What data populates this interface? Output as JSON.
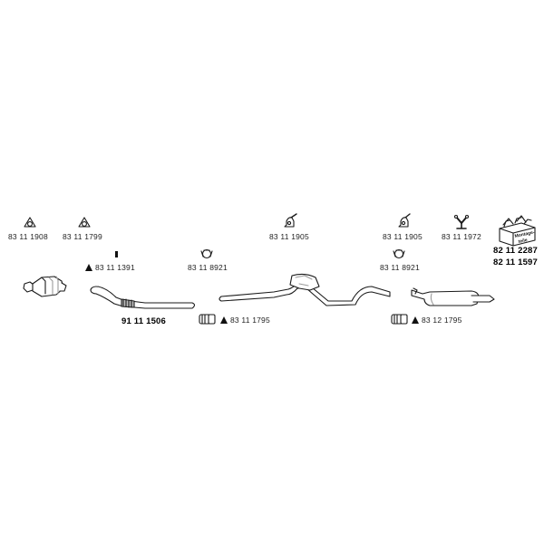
{
  "parts": {
    "gasket_1": "83 11 1908",
    "gasket_2": "83 11 1799",
    "bracket_1": "83 11 1391",
    "clamp_1": "83 11 8921",
    "hanger_1": "83 11 1905",
    "hanger_2": "83 11 1905",
    "clamp_2": "83 11 8921",
    "hanger_3": "83 11 1972",
    "kit_1": "82 11 2287",
    "kit_2": "82 11 1597",
    "front_pipe": "91 11 1506",
    "clamp_pair_1": "83 11 1795",
    "clamp_pair_2": "83 12 1795"
  },
  "kit_box": {
    "line1": "Montage-",
    "line2": "teile"
  },
  "colors": {
    "line": "#1a1a1a",
    "fill": "#ffffff",
    "shade": "#9a9a9a"
  }
}
